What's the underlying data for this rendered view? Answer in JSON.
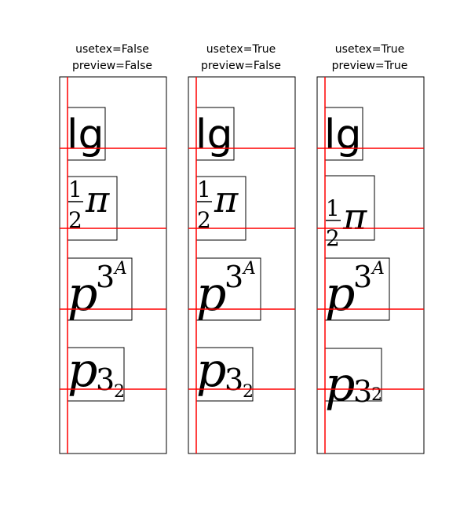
{
  "panels": [
    {
      "title_line1": "usetex=False",
      "title_line2": "preview=False",
      "glyphs": {
        "lg": "lg",
        "half_num": "1",
        "half_den": "2",
        "pi": "π",
        "p": "p",
        "sup3": "3",
        "supA": "A",
        "sub3": "3",
        "sub2": "2"
      }
    },
    {
      "title_line1": "usetex=True",
      "title_line2": "preview=False",
      "glyphs": {
        "lg": "lg",
        "half_num": "1",
        "half_den": "2",
        "pi": "π",
        "p": "p",
        "sup3": "3",
        "supA": "A",
        "sub3": "3",
        "sub2": "2"
      }
    },
    {
      "title_line1": "usetex=True",
      "title_line2": "preview=True",
      "glyphs": {
        "lg": "lg",
        "half_num": "1",
        "half_den": "2",
        "pi": "π",
        "p": "p",
        "sup3": "3",
        "supA": "A",
        "sub3": "3",
        "sub2": "2"
      }
    }
  ],
  "colors": {
    "guide": "#ff0000",
    "frame": "#000000"
  }
}
